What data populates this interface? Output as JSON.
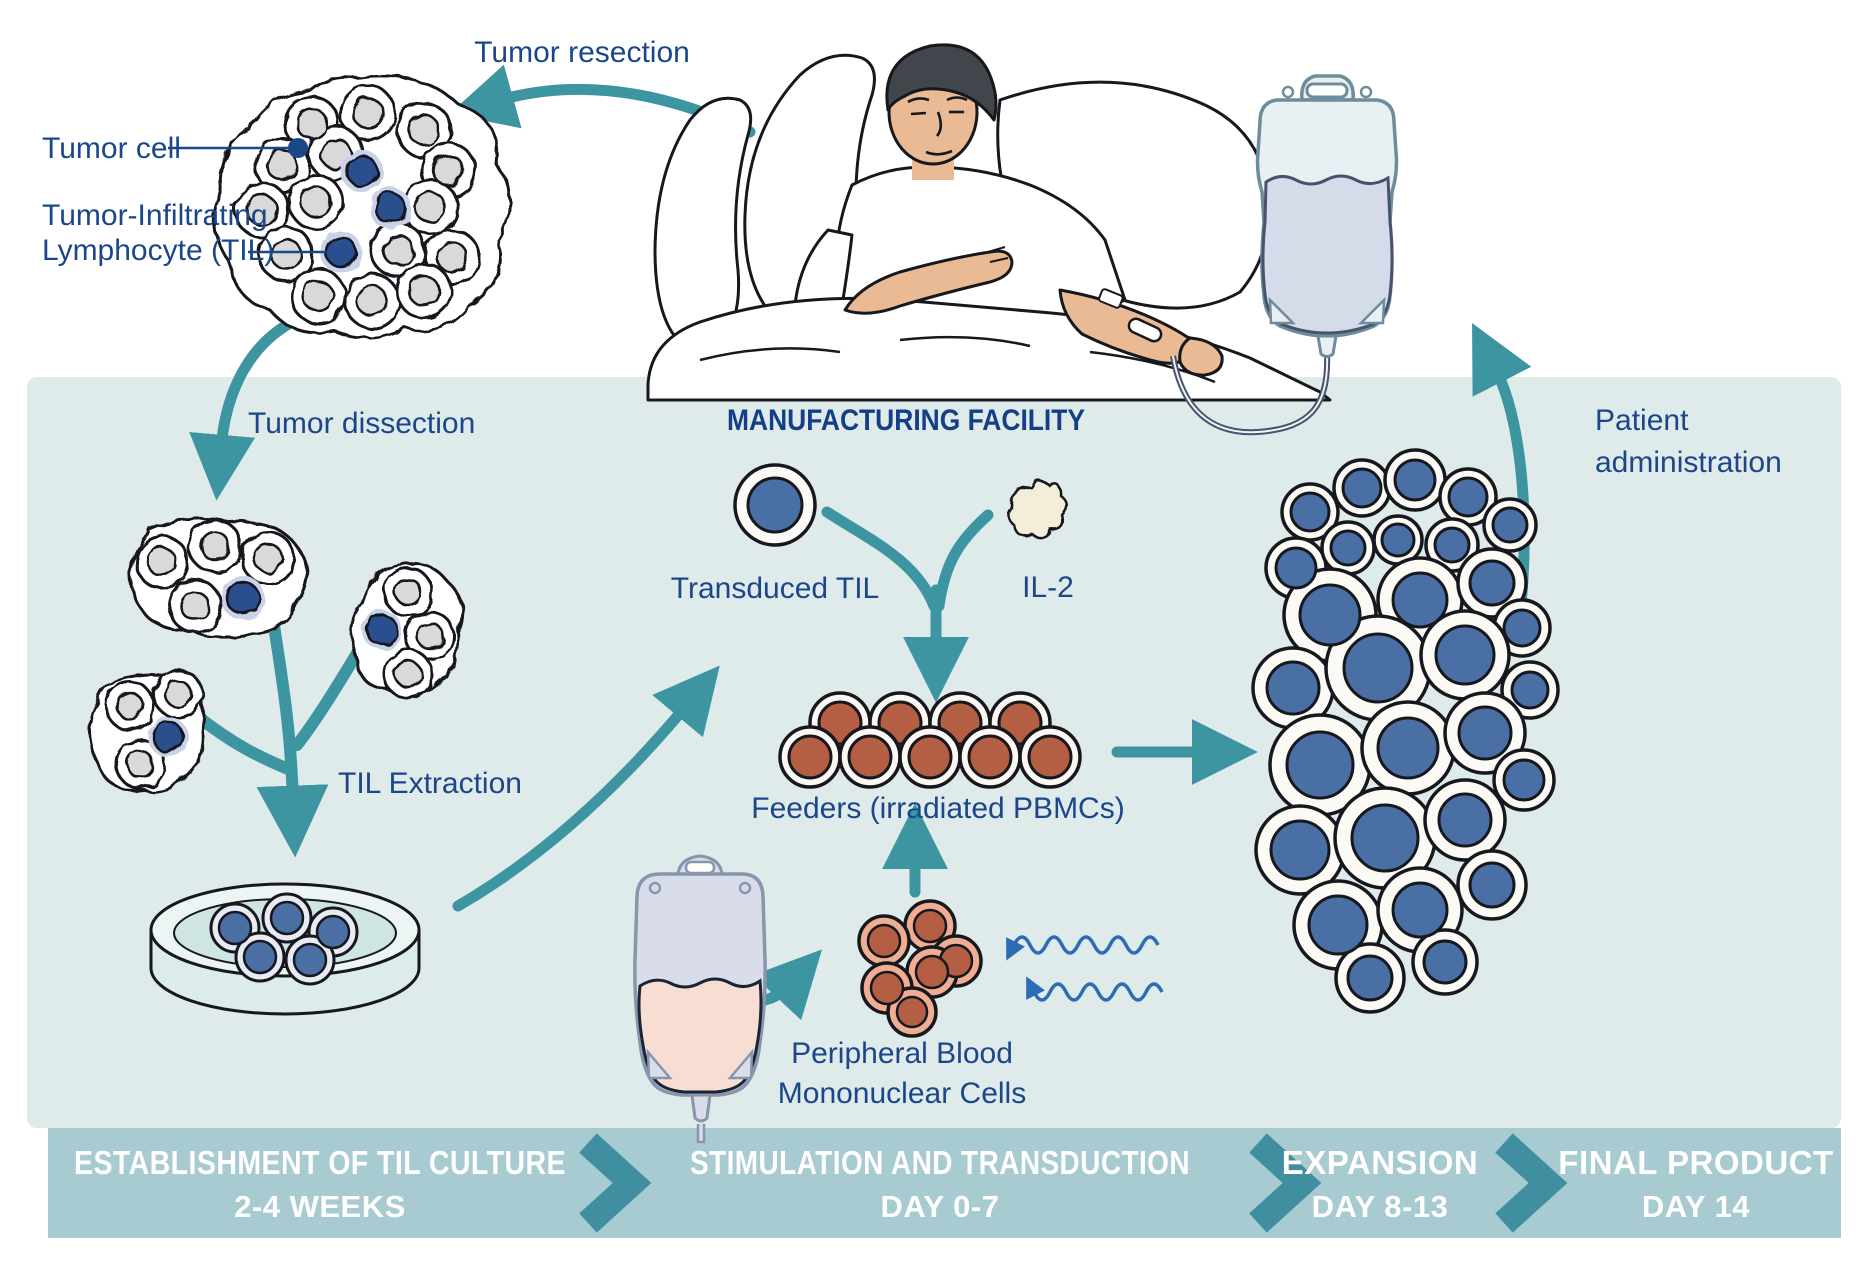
{
  "diagram": {
    "title": "MANUFACTURING FACILITY",
    "labels": {
      "tumor_resection": "Tumor resection",
      "tumor_cell": "Tumor cell",
      "til_line1": "Tumor-Infiltrating",
      "til_line2": "Lymphocyte (TIL)",
      "tumor_dissection": "Tumor dissection",
      "til_extraction": "TIL Extraction",
      "transduced_til": "Transduced TIL",
      "il2": "IL-2",
      "feeders": "Feeders (irradiated PBMCs)",
      "pbmc_line1": "Peripheral Blood",
      "pbmc_line2": "Mononuclear Cells",
      "patient_admin_line1": "Patient",
      "patient_admin_line2": "administration"
    },
    "timeline": {
      "stages": [
        {
          "name": "ESTABLISHMENT OF TIL CULTURE",
          "duration": "2-4 WEEKS"
        },
        {
          "name": "STIMULATION AND TRANSDUCTION",
          "duration": "DAY 0-7"
        },
        {
          "name": "EXPANSION",
          "duration": "DAY 8-13"
        },
        {
          "name": "FINAL PRODUCT",
          "duration": "DAY 14"
        }
      ]
    },
    "colors": {
      "label_navy": "#1b4689",
      "arrow_teal": "#3e95a2",
      "facility_bg": "#dfeaea",
      "timeline_bg": "#a8cad1",
      "chevron_teal": "#3f8fa0",
      "til_blue": "#4a6fa5",
      "til_dark_navy": "#2c4f8f",
      "tumor_grey": "#d9d9d9",
      "feeder_red": "#b45f43",
      "pbmc_salmon": "#efae93",
      "il2_cream": "#f2eed8",
      "blood_pink": "#f8ddd3",
      "bag_lavender": "#d6dbe9",
      "radiation_blue": "#2a6db5",
      "skin": "#e9ba94"
    }
  }
}
